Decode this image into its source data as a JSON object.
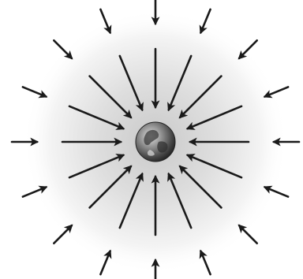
{
  "diagram": {
    "type": "radial-field",
    "arrow_direction": "inward",
    "central_body_icon": "earth-globe-icon",
    "rings": [
      {
        "ring": "inner",
        "arrow_count": 16
      },
      {
        "ring": "outer",
        "arrow_count": 16
      }
    ],
    "colors": {
      "background": "#ffffff",
      "halo_center": "#cfcfcf",
      "arrow": "#1a1a1a",
      "globe_dark": "#2a2a2a",
      "globe_light": "#d8d8d8"
    }
  }
}
